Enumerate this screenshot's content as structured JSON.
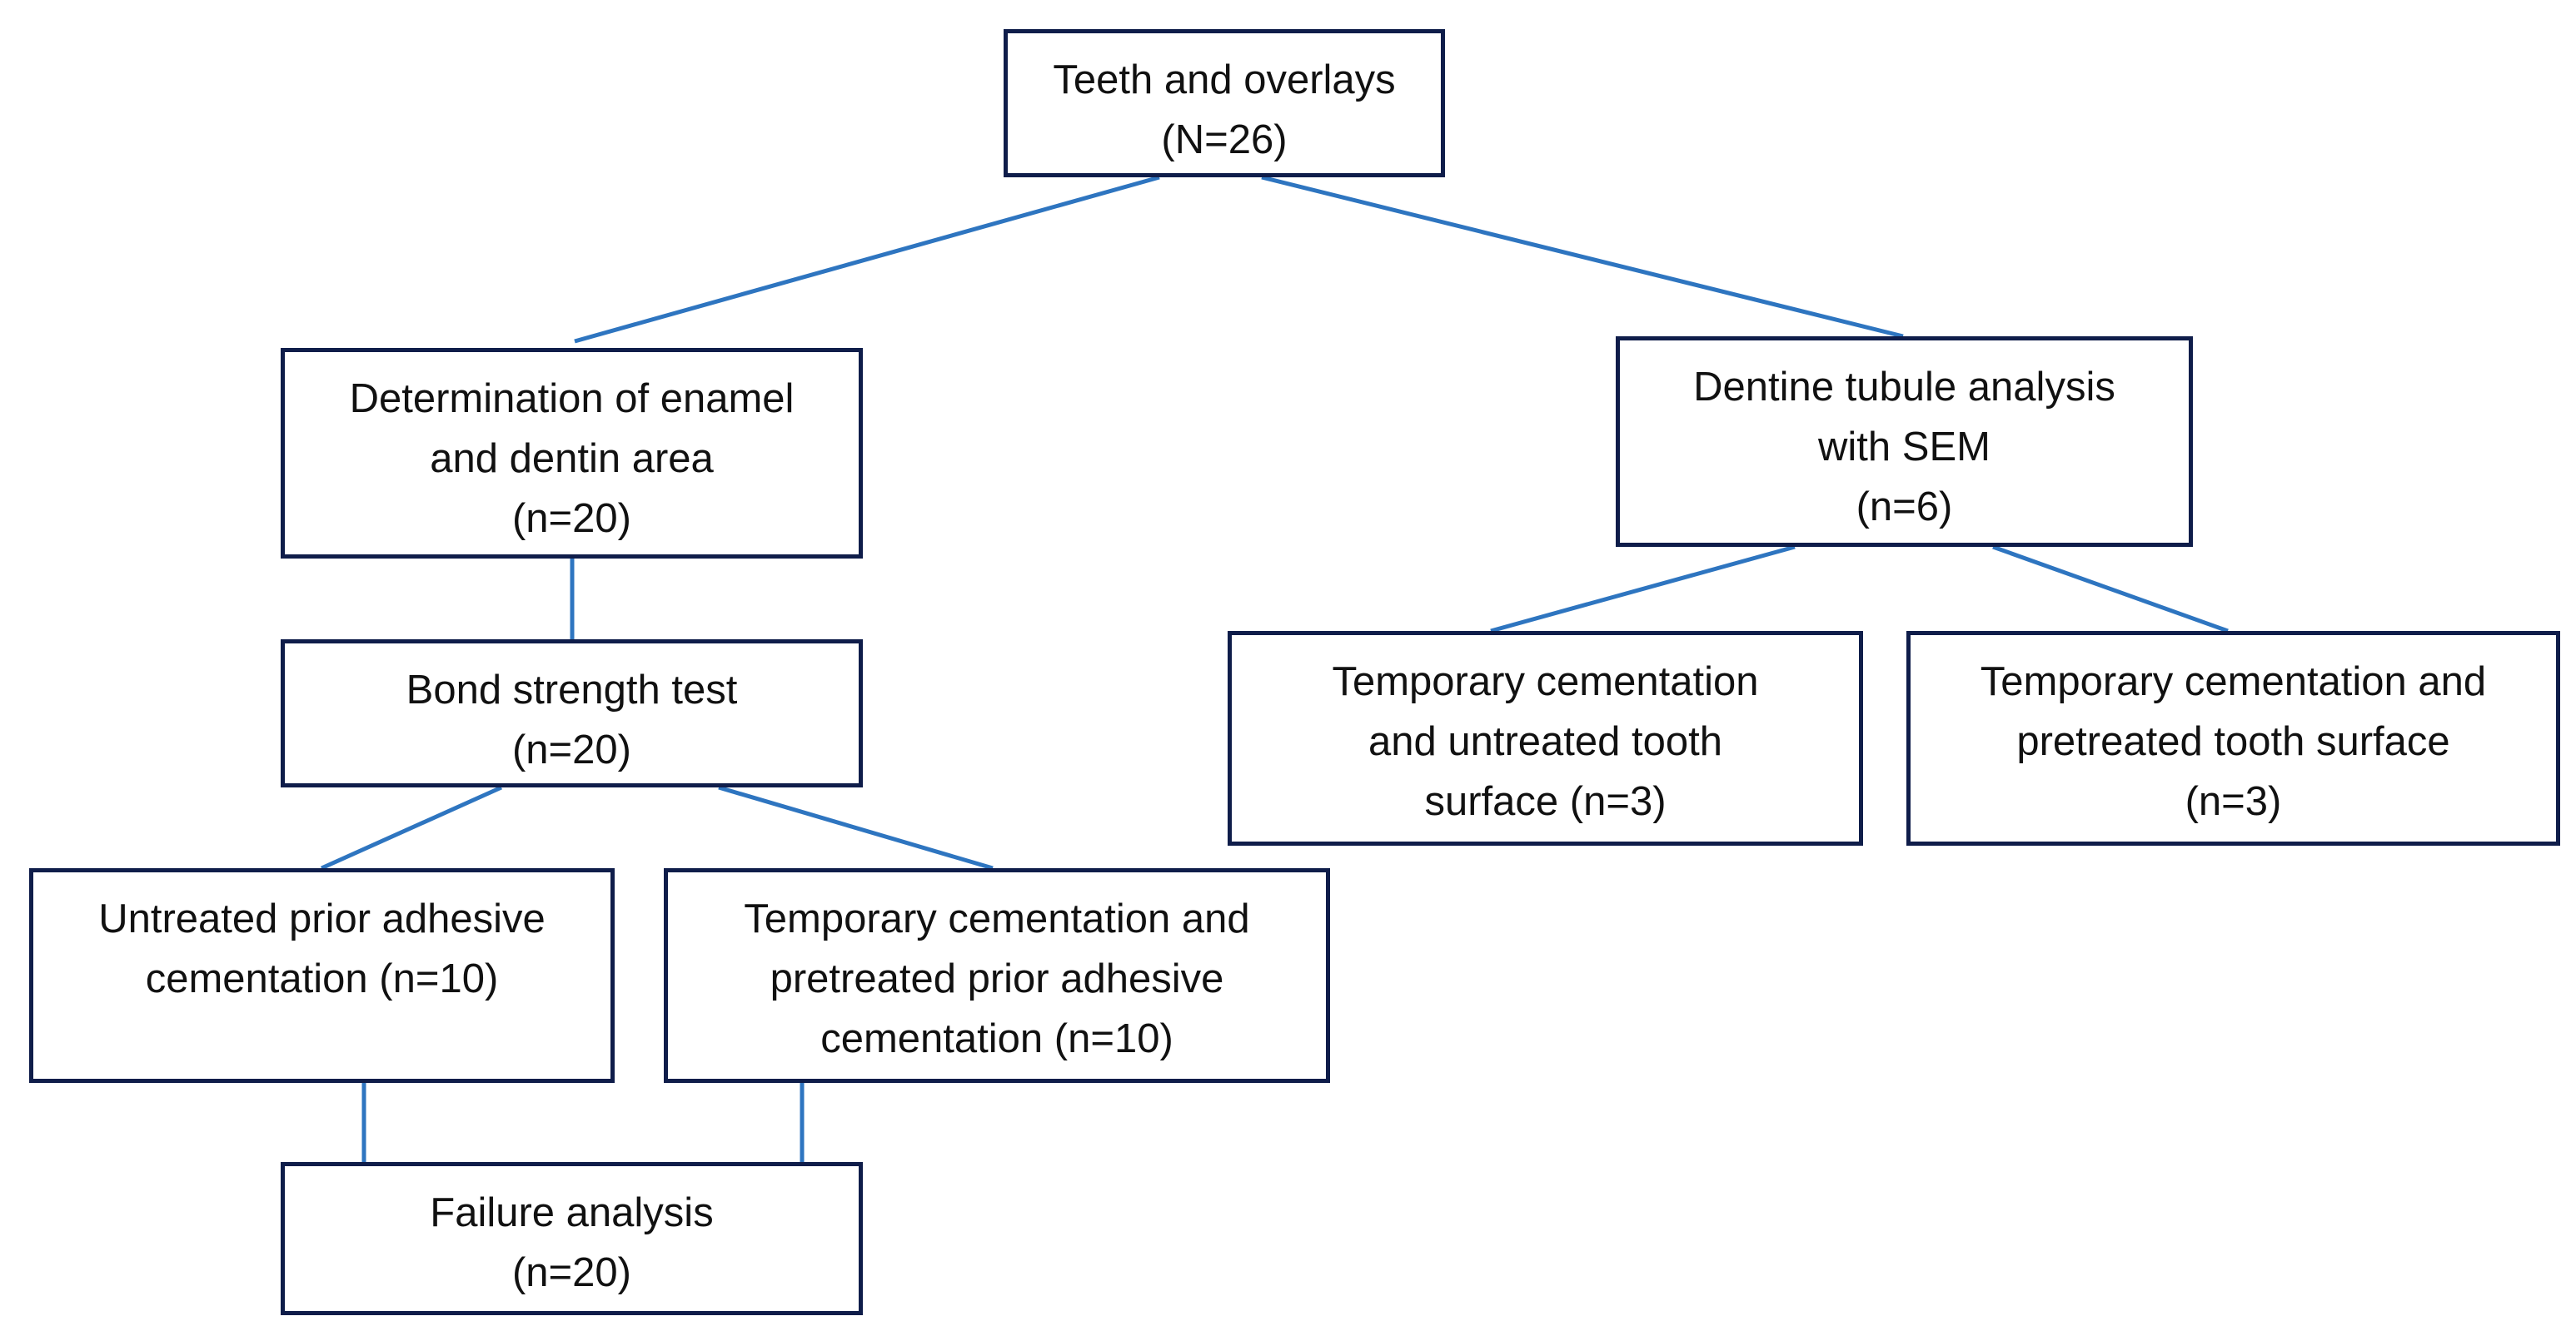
{
  "diagram": {
    "nodes": {
      "root": {
        "lines": [
          "Teeth and overlays",
          "(N=26)"
        ]
      },
      "enamel": {
        "lines": [
          "Determination of enamel",
          "and dentin area",
          "(n=20)"
        ]
      },
      "dentine": {
        "lines": [
          "Dentine tubule analysis",
          "with SEM",
          "(n=6)"
        ]
      },
      "bond": {
        "lines": [
          "Bond strength test",
          "(n=20)"
        ]
      },
      "untreated_adhesive": {
        "lines": [
          "Untreated prior adhesive",
          "cementation (n=10)"
        ]
      },
      "temp_pretreated_adhesive": {
        "lines": [
          "Temporary cementation and",
          "pretreated prior adhesive",
          "cementation (n=10)"
        ]
      },
      "temp_untreated_surface": {
        "lines": [
          "Temporary cementation",
          "and untreated tooth",
          "surface (n=3)"
        ]
      },
      "temp_pretreated_surface": {
        "lines": [
          "Temporary cementation and",
          "pretreated tooth surface",
          "(n=3)"
        ]
      },
      "failure": {
        "lines": [
          "Failure analysis",
          "(n=20)"
        ]
      }
    },
    "edges": [
      {
        "from": "root",
        "to": "enamel"
      },
      {
        "from": "root",
        "to": "dentine"
      },
      {
        "from": "enamel",
        "to": "bond"
      },
      {
        "from": "bond",
        "to": "untreated_adhesive"
      },
      {
        "from": "bond",
        "to": "temp_pretreated_adhesive"
      },
      {
        "from": "dentine",
        "to": "temp_untreated_surface"
      },
      {
        "from": "dentine",
        "to": "temp_pretreated_surface"
      },
      {
        "from": "untreated_adhesive",
        "to": "failure"
      },
      {
        "from": "temp_pretreated_adhesive",
        "to": "failure"
      }
    ],
    "colors": {
      "connector": "#2e75c0",
      "box_border": "#0f1d4a",
      "text": "#111111"
    }
  }
}
